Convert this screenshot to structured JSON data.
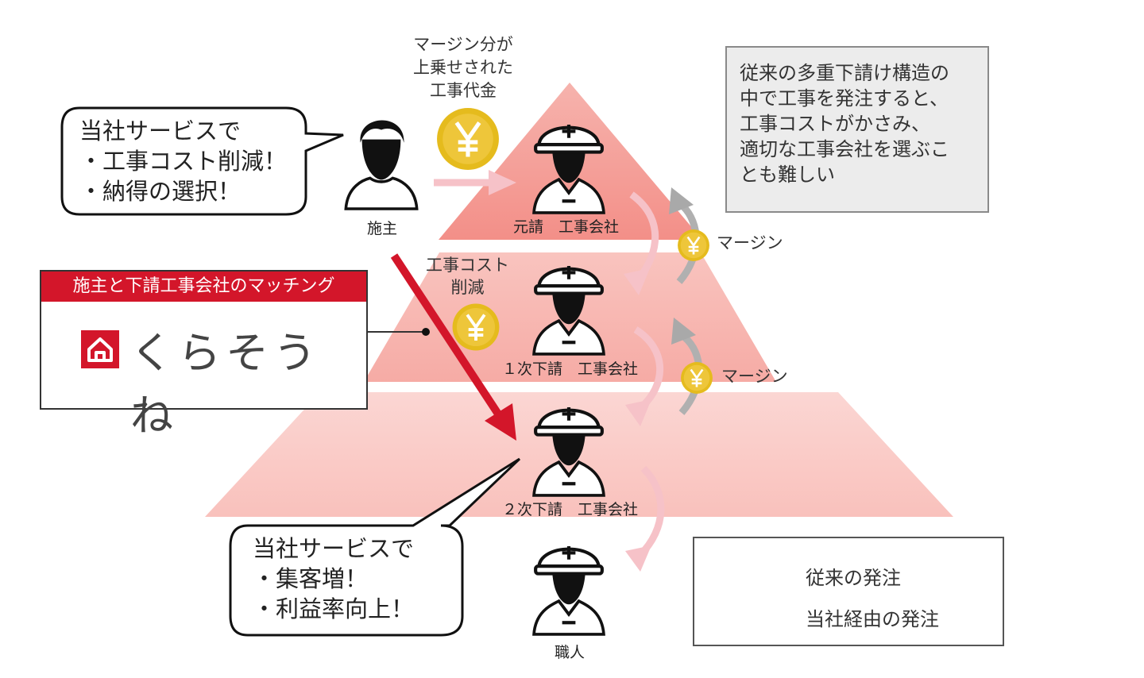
{
  "pyramid": {
    "tiers": [
      {
        "label": "元請　工事会社"
      },
      {
        "label": "１次下請　工事会社"
      },
      {
        "label": "２次下請　工事会社"
      }
    ],
    "worker_label": "職人",
    "client_label": "施主"
  },
  "client_callout": {
    "lines": [
      "当社サービスで",
      "・工事コスト削減！",
      "・納得の選択！"
    ]
  },
  "contractor_callout": {
    "lines": [
      "当社サービスで",
      "・集客増！",
      "・利益率向上！"
    ]
  },
  "margin_note": {
    "lines": [
      "マージン分が",
      "上乗せされた",
      "工事代金"
    ]
  },
  "cost_cut_note": {
    "lines": [
      "工事コスト",
      "削減"
    ]
  },
  "margin_label_1": "マージン",
  "margin_label_2": "マージン",
  "yen_symbol": "￥",
  "info_box": {
    "lines": [
      "従来の多重下請け構造の",
      "中で工事を発注すると、",
      "工事コストがかさみ、",
      "適切な工事会社を選ぶこ",
      "とも難しい"
    ]
  },
  "brand": {
    "header": "施主と下請工事会社のマッチング",
    "name": "くらそうね"
  },
  "legend": {
    "conventional": "従来の発注",
    "via_us": "当社経由の発注"
  },
  "colors": {
    "accent_red": "#d3162a",
    "pink_arrow": "#f4b6be",
    "tier1": "#f49a93",
    "tier2": "#f8b8b2",
    "tier3": "#fbd2cf",
    "coin": "#e3b718",
    "gray_arrow": "#a9a9a9"
  }
}
